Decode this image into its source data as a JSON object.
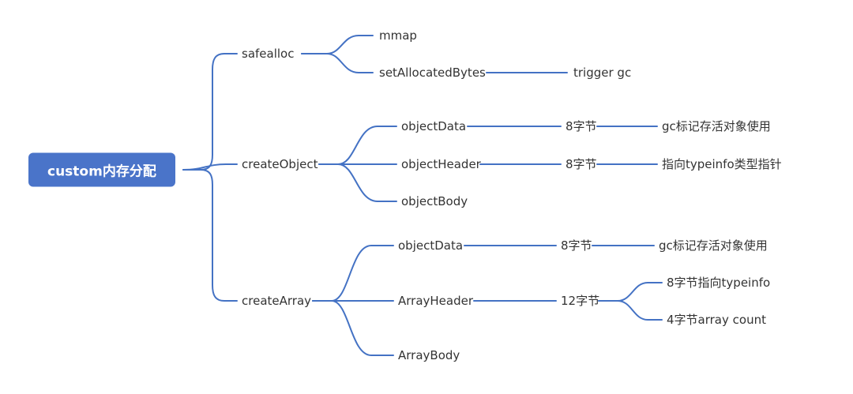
{
  "colors": {
    "accent": "#4472C4",
    "root_fill": "#4A74C9",
    "root_text": "#FFFFFF",
    "label_text": "#333333",
    "background": "#FFFFFF"
  },
  "mindmap": {
    "root": {
      "label": "custom内存分配"
    },
    "branches": [
      {
        "label": "safealloc",
        "children": [
          {
            "label": "mmap",
            "children": []
          },
          {
            "label": "setAllocatedBytes",
            "children": [
              {
                "label": "trigger gc",
                "children": []
              }
            ]
          }
        ]
      },
      {
        "label": "createObject",
        "children": [
          {
            "label": "objectData",
            "children": [
              {
                "label": "8字节",
                "children": [
                  {
                    "label": "gc标记存活对象使用",
                    "children": []
                  }
                ]
              }
            ]
          },
          {
            "label": "objectHeader",
            "children": [
              {
                "label": "8字节",
                "children": [
                  {
                    "label": "指向typeinfo类型指针",
                    "children": []
                  }
                ]
              }
            ]
          },
          {
            "label": "objectBody",
            "children": []
          }
        ]
      },
      {
        "label": "createArray",
        "children": [
          {
            "label": "objectData",
            "children": [
              {
                "label": "8字节",
                "children": [
                  {
                    "label": "gc标记存活对象使用",
                    "children": []
                  }
                ]
              }
            ]
          },
          {
            "label": "ArrayHeader",
            "children": [
              {
                "label": "12字节",
                "children": [
                  {
                    "label": "8字节指向typeinfo",
                    "children": []
                  },
                  {
                    "label": "4字节array count",
                    "children": []
                  }
                ]
              }
            ]
          },
          {
            "label": "ArrayBody",
            "children": []
          }
        ]
      }
    ]
  }
}
